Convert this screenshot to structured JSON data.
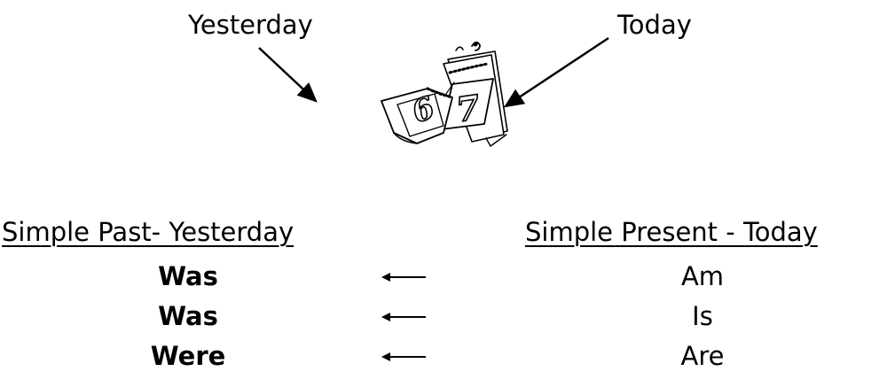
{
  "labels": {
    "yesterday": "Yesterday",
    "today": "Today"
  },
  "calendar": {
    "icon": "calendar-icon",
    "back_page_number": "6",
    "front_page_number": "7"
  },
  "table": {
    "past_header": "Simple Past- Yesterday",
    "present_header": "Simple Present - Today",
    "rows": [
      {
        "past": "Was",
        "present": "Am"
      },
      {
        "past": "Was",
        "present": "Is"
      },
      {
        "past": "Were",
        "present": "Are"
      }
    ]
  }
}
